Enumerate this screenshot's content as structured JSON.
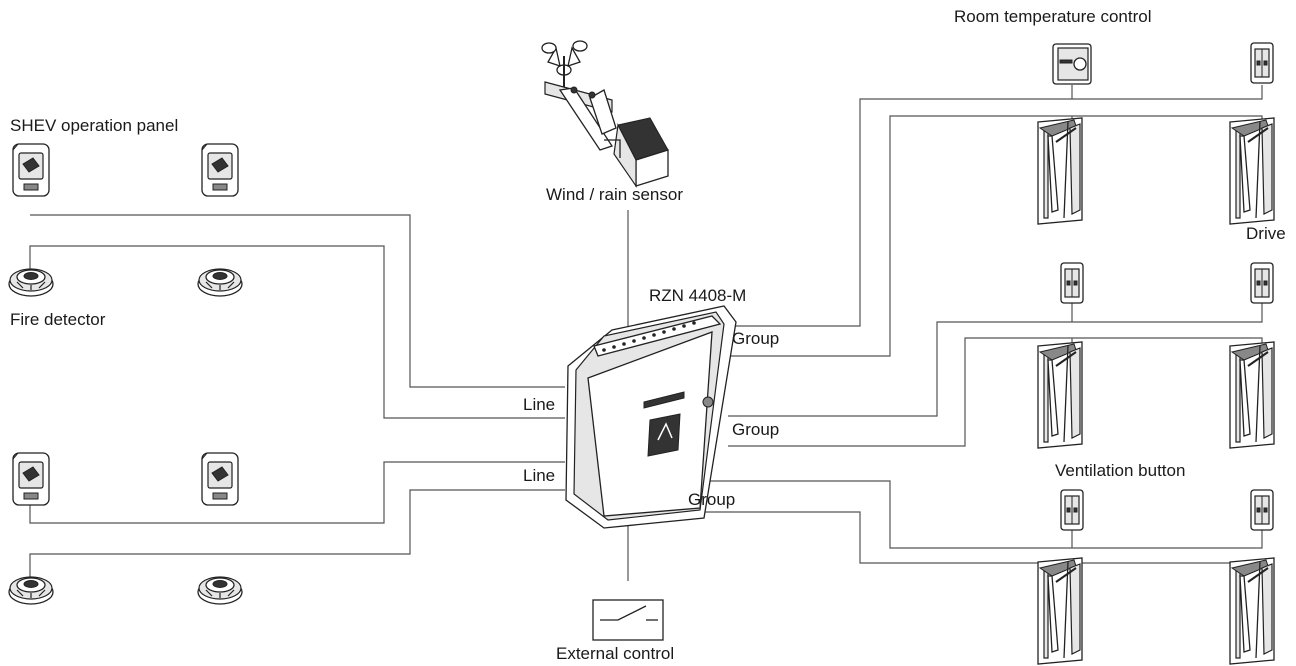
{
  "labels": {
    "room_temperature_control": "Room temperature control",
    "shev_operation_panel": "SHEV operation panel",
    "wind_rain_sensor": "Wind / rain sensor",
    "drive": "Drive",
    "rzn_model": "RZN 4408-M",
    "fire_detector": "Fire detector",
    "group_1": "Group",
    "line_1": "Line",
    "group_2": "Group",
    "ventilation_button": "Ventilation button",
    "line_2": "Line",
    "group_3": "Group",
    "external_control": "External control"
  },
  "icons": {
    "operation_panel": "shev-operation-panel-icon",
    "fire_detector": "smoke-detector-icon",
    "wind_rain_sensor": "anemometer-rain-sensor-icon",
    "control_unit": "rzn-control-unit-icon",
    "thermostat": "room-thermostat-icon",
    "switch": "ventilation-button-icon",
    "drive": "window-drive-icon",
    "external_control": "switch-contact-icon"
  }
}
